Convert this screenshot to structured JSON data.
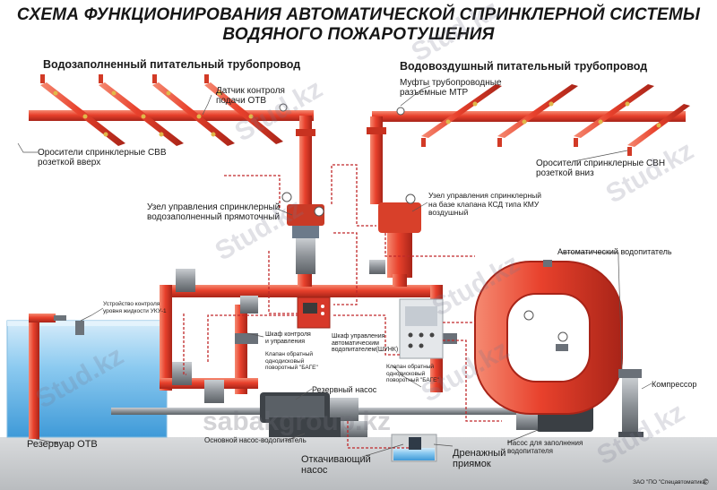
{
  "title": {
    "line1": "СХЕМА ФУНКЦИОНИРОВАНИЯ АВТОМАТИЧЕСКОЙ СПРИНКЛЕРНОЙ СИСТЕМЫ",
    "line2": "ВОДЯНОГО ПОЖАРОТУШЕНИЯ"
  },
  "headings": {
    "left": "Водозаполненный питательный трубопровод",
    "right": "Водовоздушный питательный трубопровод"
  },
  "labels": {
    "sensor_line1": "Датчик контроля",
    "sensor_line2": "подачи ОТВ",
    "couplings_line1": "Муфты трубопроводные",
    "couplings_line2": "разъемные МТР",
    "svv_line1": "Оросители спринклерные СВВ",
    "svv_line2": "розеткой вверх",
    "svn_line1": "Оросители спринклерные СВН",
    "svn_line2": "розеткой вниз",
    "unit_left_line1": "Узел управления спринклерный",
    "unit_left_line2": "водозаполненный прямоточный",
    "unit_right_line1": "Узел управления спринклерный",
    "unit_right_line2": "на базе клапана КСД типа КМУ",
    "unit_right_line3": "воздушный",
    "auto_feeder": "Автоматический водопитатель",
    "level_device_line1": "Устройство контроля",
    "level_device_line2": "уровня жидкости УКУ-1",
    "cabinet_line1": "Шкаф контроля",
    "cabinet_line2": "и управления",
    "shunk_line1": "Шкаф управления",
    "shunk_line2": "автоматическим",
    "shunk_line3": "водопитателем(ШУНК)",
    "check_valve_left_line1": "Клапан обратный",
    "check_valve_left_line2": "однодисковый",
    "check_valve_left_line3": "поворотный \"БАГЕ\"",
    "check_valve_right_line1": "Клапан обратный",
    "check_valve_right_line2": "однодисковый",
    "check_valve_right_line3": "поворотный \"БАГЕ\"",
    "reserve_pump": "Резервный насос",
    "compressor": "Компрессор",
    "reservoir": "Резервуар ОТВ",
    "main_pump": "Основной насос-водопитатель",
    "drain_pump_line1": "Откачивающий",
    "drain_pump_line2": "насос",
    "drain_pit_line1": "Дренажный",
    "drain_pit_line2": "приямок",
    "fill_pump_line1": "Насос для заполнения",
    "fill_pump_line2": "водопитателя",
    "footer": "ЗАО \"ПО \"Спецавтоматика\""
  },
  "watermarks": [
    "Stud.kz",
    "Stud.kz",
    "Stud.kz",
    "Stud.kz",
    "Stud.kz",
    "Stud.kz",
    "Stud.kz",
    "Stud.kz"
  ],
  "watermark_site": "sabakgroup.kz",
  "colors": {
    "pipe": "#e8412c",
    "pipe_dark": "#b8281a",
    "water": "#5ab0e6",
    "gray": "#8a8f94",
    "signal": "#c0282a",
    "floor": "#c7c9cb"
  }
}
